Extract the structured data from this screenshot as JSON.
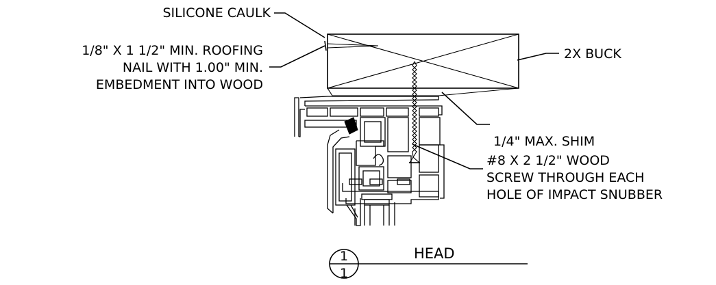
{
  "colors": {
    "ink": "#000000",
    "paper": "#ffffff"
  },
  "callouts": {
    "silicone": "SILICONE CAULK",
    "nail_line1": "1/8\" X 1 1/2\" MIN. ROOFING",
    "nail_line2": "NAIL WITH 1.00\" MIN.",
    "nail_line3": "EMBEDMENT INTO WOOD",
    "buck": "2X BUCK",
    "shim": "1/4\" MAX. SHIM",
    "screw_line1": "#8 X 2 1/2\" WOOD",
    "screw_line2": "SCREW THROUGH EACH",
    "screw_line3": "HOLE OF IMPACT SNUBBER"
  },
  "section_tag": {
    "detail_number": "1",
    "sheet_number": "1",
    "title": "HEAD"
  }
}
